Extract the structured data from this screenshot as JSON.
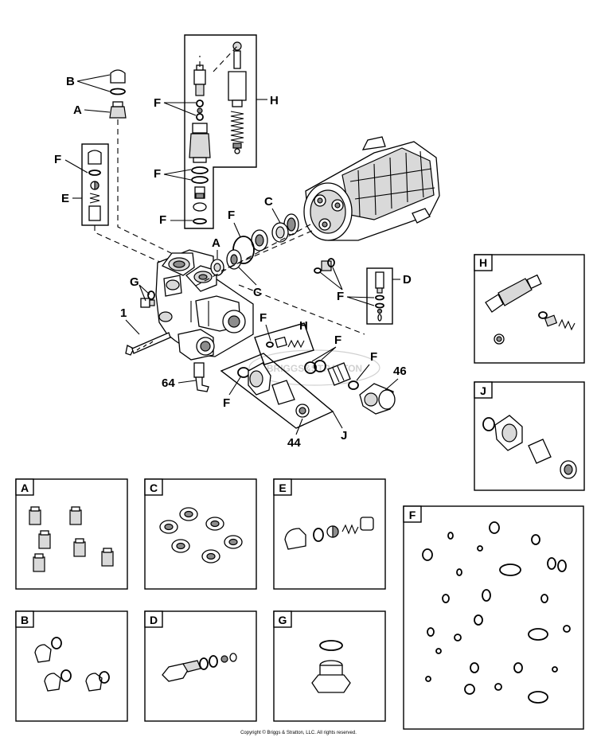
{
  "callouts": {
    "b_top": "B",
    "a_top": "A",
    "f_left": "F",
    "e_left": "E",
    "f_h1": "F",
    "f_h2": "F",
    "f_h3": "F",
    "h_top": "H",
    "g": "G",
    "one": "1",
    "sixty_four": "64",
    "a_mid": "A",
    "f_mid": "F",
    "c_upper": "C",
    "c_lower": "C",
    "f_d": "F",
    "d": "D",
    "f_h": "F",
    "h_mid": "H",
    "f_r1": "F",
    "f_r2": "F",
    "forty_six": "46",
    "f_j": "F",
    "forty_four": "44",
    "j": "J"
  },
  "kits": {
    "h": "H",
    "j": "J",
    "a": "A",
    "c": "C",
    "e": "E",
    "f": "F",
    "b": "B",
    "d": "D",
    "g": "G"
  },
  "watermark": "BRIGGS&STRATTON",
  "copyright": "Copyright © Briggs & Stratton, LLC. All rights reserved."
}
